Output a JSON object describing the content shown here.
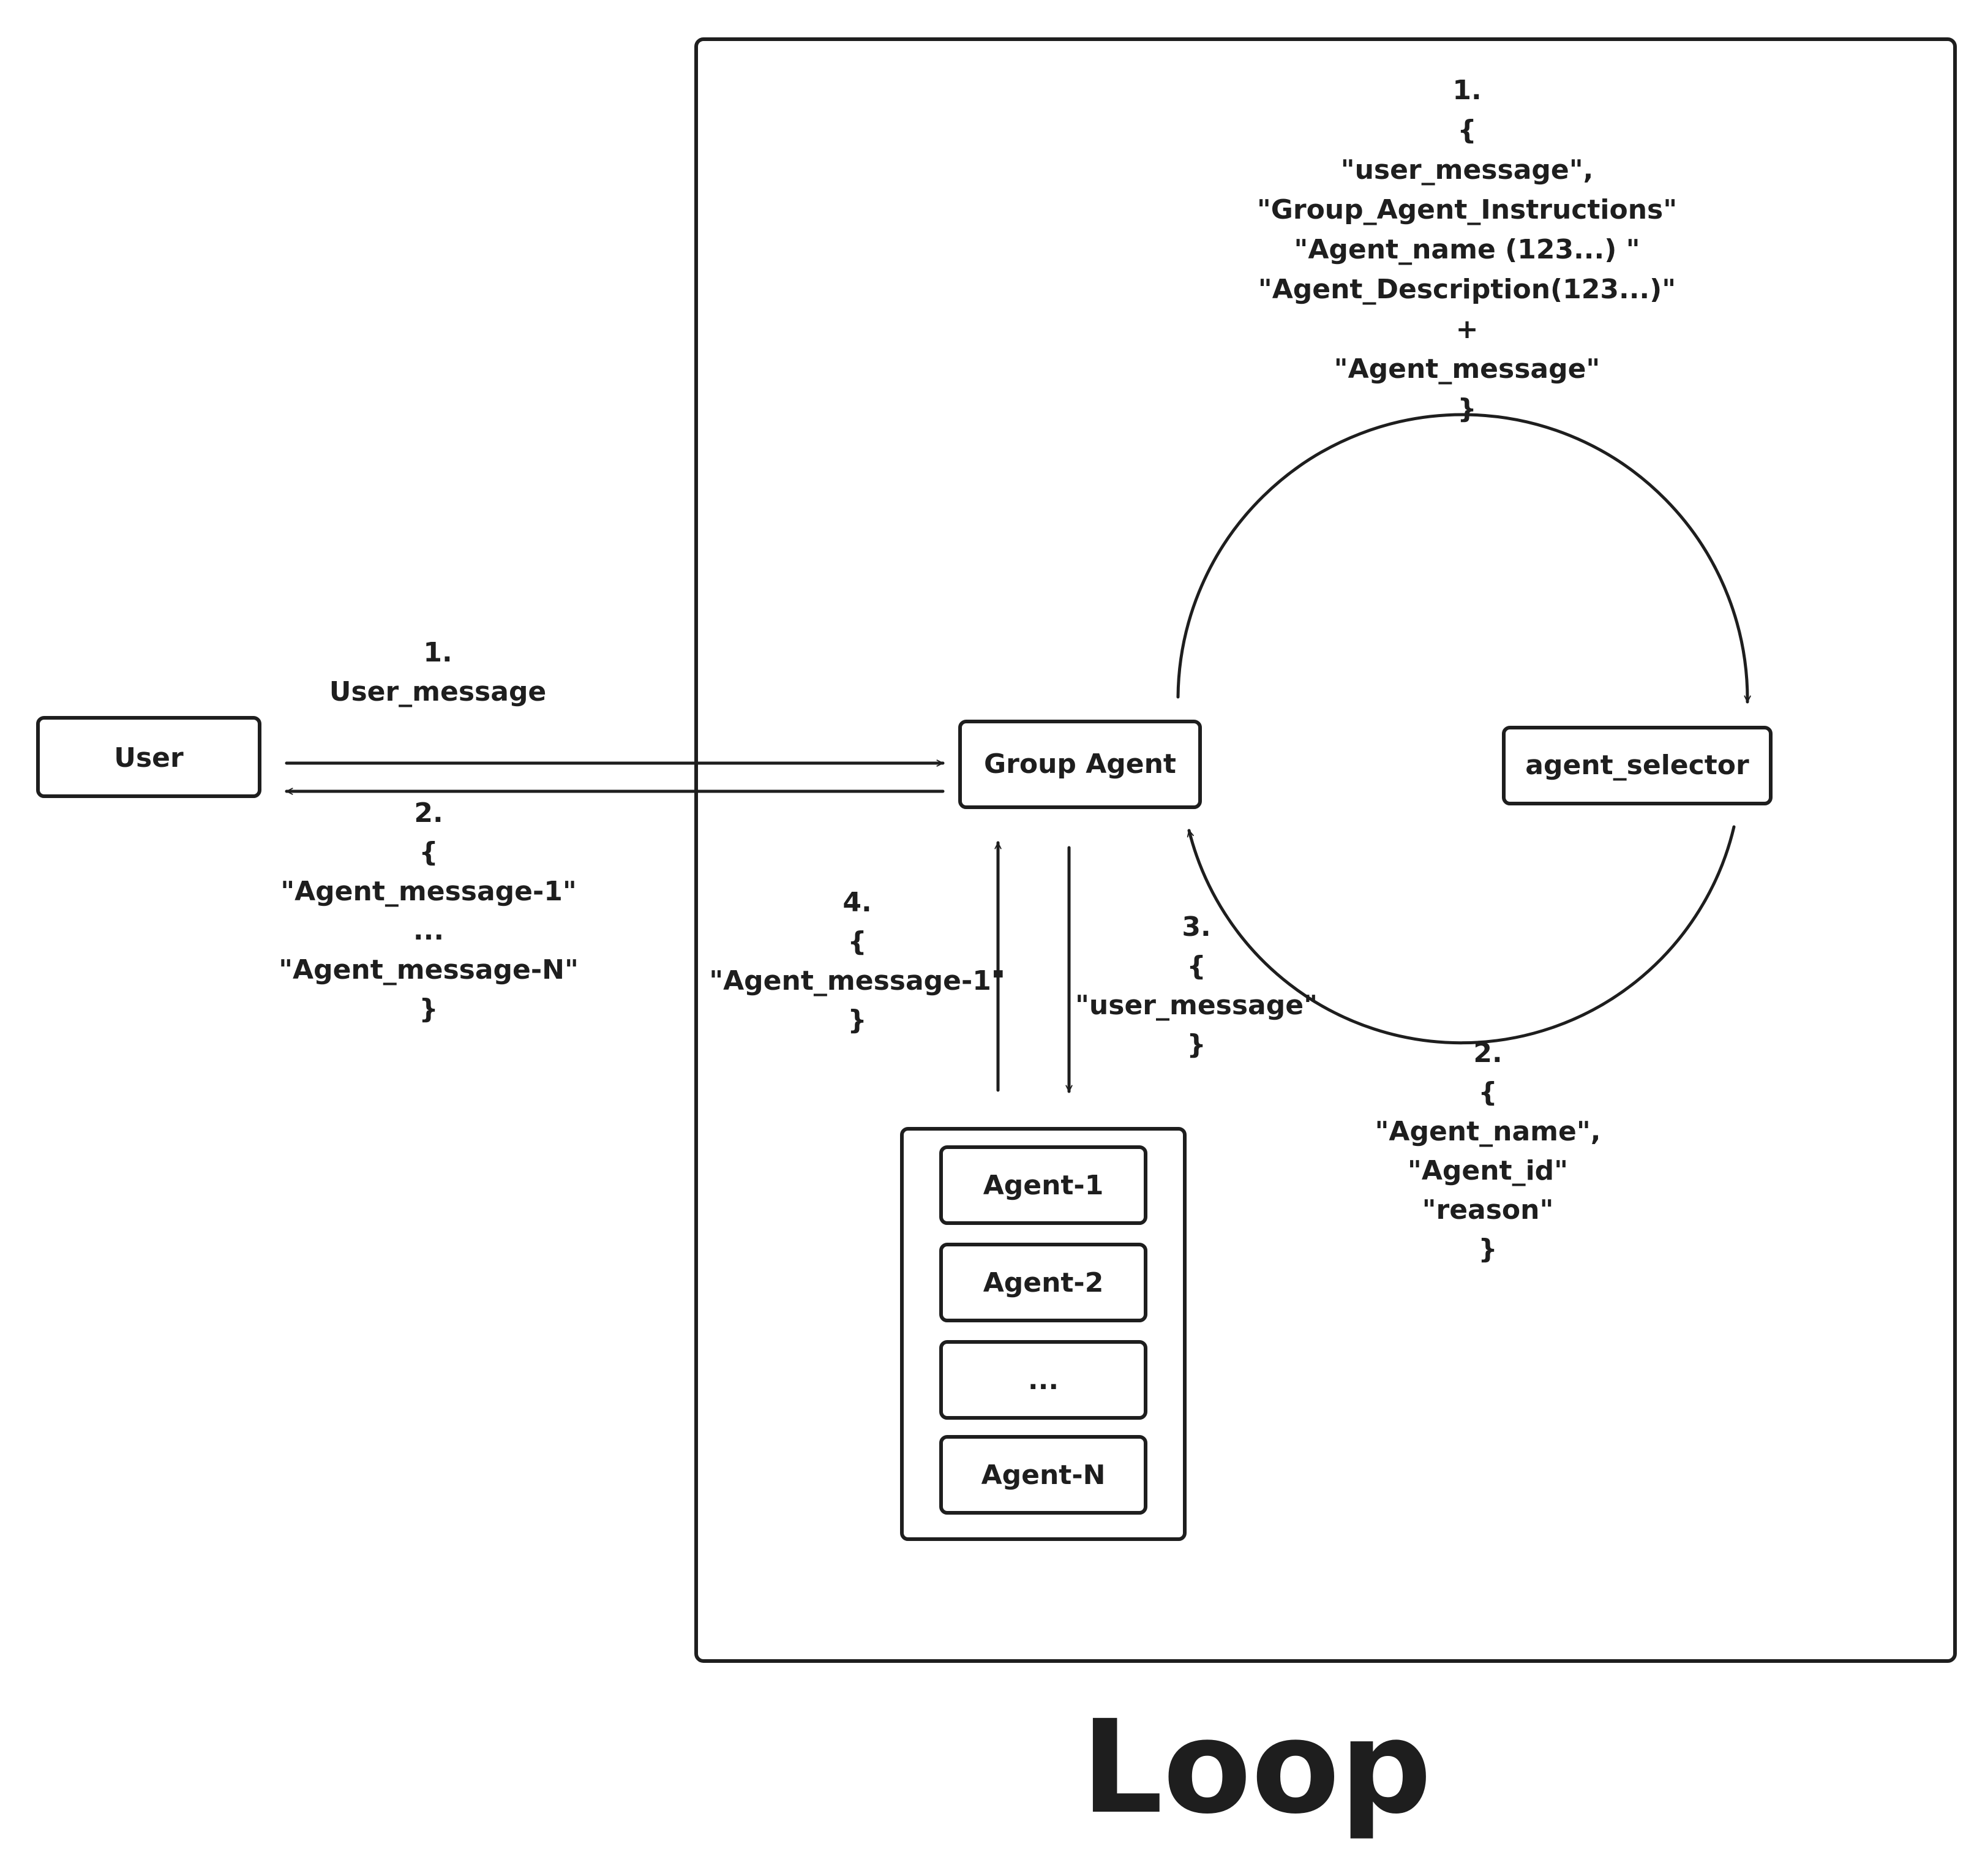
{
  "nodes": {
    "user": "User",
    "group_agent": "Group Agent",
    "agent_selector": "agent_selector",
    "agents": [
      "Agent-1",
      "Agent-2",
      "...",
      "Agent-N"
    ]
  },
  "labels": {
    "user_to_group": [
      "1.",
      "User_message"
    ],
    "group_to_user": [
      "2.",
      "{",
      "\"Agent_message-1\"",
      "...",
      "\"Agent_message-N\"",
      "}"
    ],
    "to_selector": [
      "1.",
      "{",
      "\"user_message\",",
      "\"Group_Agent_Instructions\"",
      "\"Agent_name  (123...) \"",
      "\"Agent_Description(123...)\"",
      "+",
      "\"Agent_message\"",
      "}"
    ],
    "from_selector": [
      "2.",
      "{",
      "\"Agent_name\",",
      "\"Agent_id\"",
      "\"reason\"",
      "}"
    ],
    "to_agents": [
      "3.",
      "{",
      "\"user_message\"",
      "}"
    ],
    "from_agents": [
      "4.",
      "{",
      "\"Agent_message-1\"",
      "}"
    ]
  },
  "title": "Loop"
}
